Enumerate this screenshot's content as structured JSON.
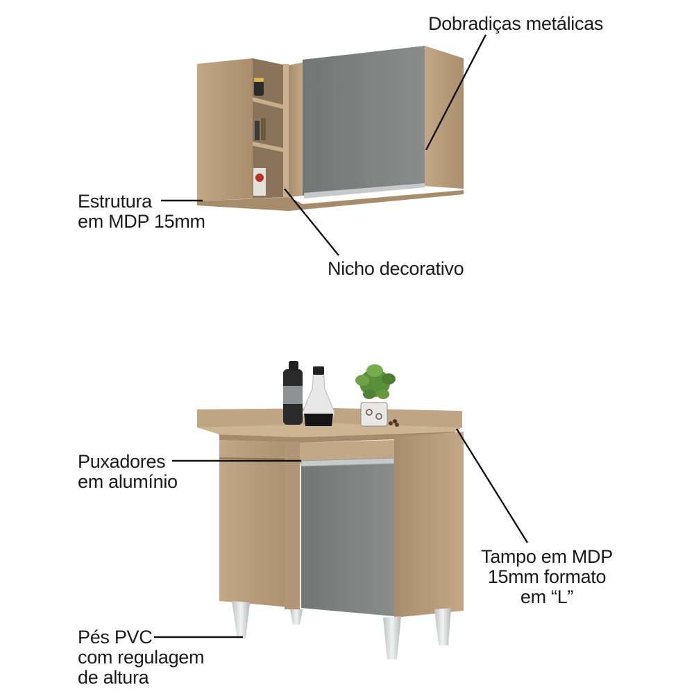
{
  "labels": {
    "hinges": "Dobradiças metálicas",
    "structure": [
      "Estrutura",
      "em MDP 15mm"
    ],
    "niche": "Nicho decorativo",
    "handles": [
      "Puxadores",
      "em alumínio"
    ],
    "countertop": [
      "Tampo em MDP",
      "15mm formato",
      "em “L”"
    ],
    "feet": [
      "Pés PVC",
      "com regulagem",
      "de altura"
    ]
  },
  "colors": {
    "wood": "#b89d7d",
    "wood_dark": "#9c8466",
    "wood_shadow": "#7d6a52",
    "door_gray": "#7f8181",
    "door_gray_dark": "#5f6161",
    "handle": "#c7cacb",
    "feet": "#d9dadb",
    "leader_line": "#111111"
  }
}
